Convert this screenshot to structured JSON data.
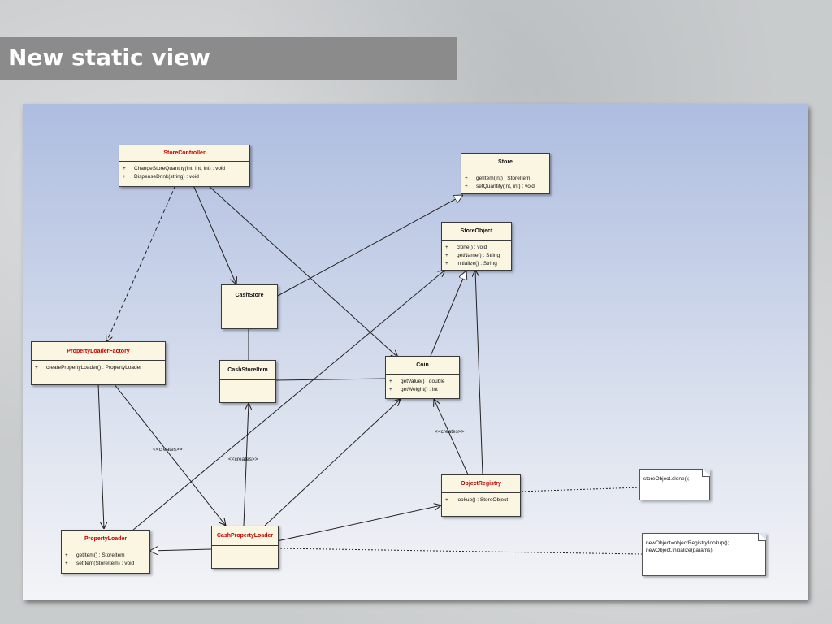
{
  "slide": {
    "title": "New static view"
  },
  "classes": {
    "store_controller": {
      "name": "StoreController",
      "ops": [
        {
          "vis": "+",
          "sig": "ChangeStoreQuantity(int, int, int) : void"
        },
        {
          "vis": "+",
          "sig": "DispenseDrink(string) : void"
        }
      ]
    },
    "store": {
      "name": "Store",
      "ops": [
        {
          "vis": "+",
          "sig": "getItem(int) : StoreItem"
        },
        {
          "vis": "+",
          "sig": "setQuantity(int, int) : void"
        }
      ]
    },
    "store_object": {
      "name": "StoreObject",
      "ops": [
        {
          "vis": "+",
          "sig": "clone() : void"
        },
        {
          "vis": "+",
          "sig": "getName() : String"
        },
        {
          "vis": "+",
          "sig": "initialize() : String"
        }
      ]
    },
    "cash_store": {
      "name": "CashStore"
    },
    "property_loader_factory": {
      "name": "PropertyLoaderFactory",
      "ops": [
        {
          "vis": "+",
          "sig": "createPropertyLoader() : PropertyLoader"
        }
      ]
    },
    "cash_store_item": {
      "name": "CashStoreItem"
    },
    "coin": {
      "name": "Coin",
      "ops": [
        {
          "vis": "+",
          "sig": "getValue() : double"
        },
        {
          "vis": "+",
          "sig": "getWeight() : int"
        }
      ]
    },
    "object_registry": {
      "name": "ObjectRegistry",
      "ops": [
        {
          "vis": "+",
          "sig": "lookup() : StoreObject"
        }
      ]
    },
    "property_loader": {
      "name": "PropertyLoader",
      "ops": [
        {
          "vis": "+",
          "sig": "getItem() : StoreItem"
        },
        {
          "vis": "+",
          "sig": "setItem(StoreItem) : void"
        }
      ]
    },
    "cash_property_loader": {
      "name": "CashPropertyLoader"
    }
  },
  "labels": {
    "creates": "<<creates>>"
  },
  "notes": {
    "clone_note": [
      "storeObject.clone();"
    ],
    "lookup_note": [
      "newObject=objectRegistry.lookup();",
      "newObject.initialize(params);"
    ]
  },
  "colors": {
    "class_fill": "#fbf6e2",
    "abstract_name": "#c00000",
    "canvas_top": "#aebde0",
    "canvas_bottom": "#f3f4f7",
    "title_bar": "#8b8b8b"
  }
}
